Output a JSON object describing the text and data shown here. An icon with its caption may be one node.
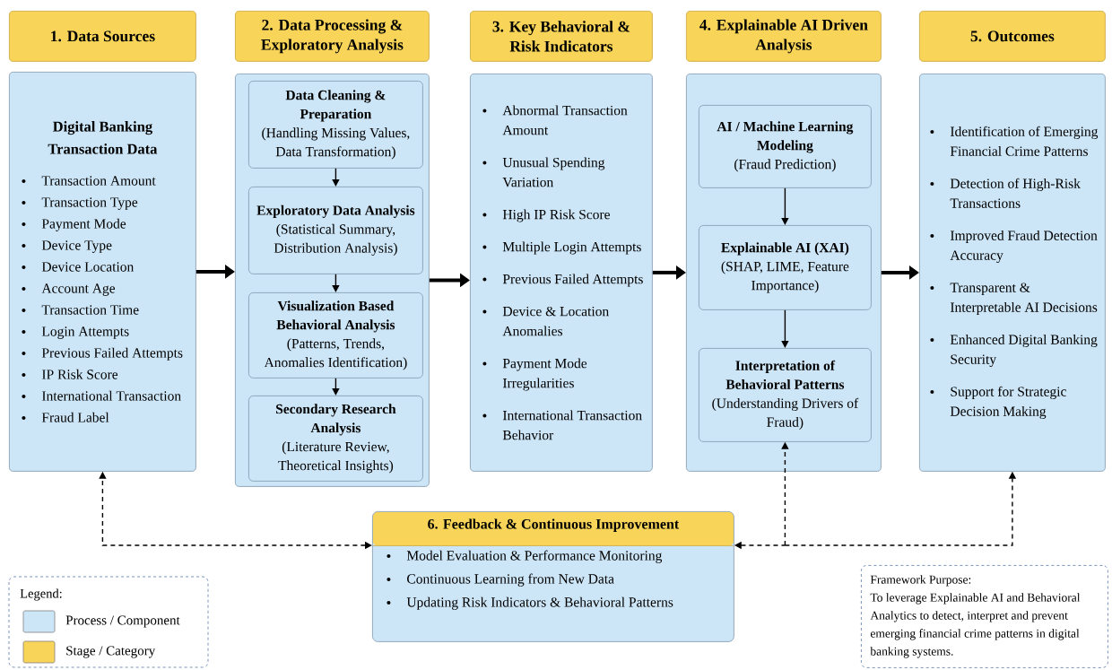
{
  "diagram": {
    "nodes": [
      {
        "text": [
          "1. Data Sources"
        ]
      },
      {
        "text": [
          "Digital Banking Transaction Data",
          "Transaction Amount",
          "Transaction Type",
          "Payment Mode",
          "Device Type",
          "Device Location",
          "Account Age",
          "Transaction Time",
          "Login Attempts",
          "Previous Failed Attempts",
          "IP Risk Score",
          "International Transaction",
          "Fraud Label"
        ]
      },
      {
        "text": [
          "2. Data Processing & Exploratory Analysis"
        ]
      },
      {
        "text": [],
        "shape": "box"
      },
      {
        "text": [
          "Data Cleaning & Preparation",
          "(Handling Missing Values, Data Transformation)"
        ],
        "in": 3
      },
      {
        "text": [
          "Exploratory Data Analysis",
          "(Statistical Summary, Distribution Analysis)"
        ],
        "in": 3
      },
      {
        "text": [
          "Visualization Based Behavioral Analysis",
          "(Patterns, Trends, Anomalies Identification)"
        ],
        "in": 3
      },
      {
        "text": [
          "Secondary Research Analysis",
          "(Literature Review, Theoretical Insights)"
        ],
        "in": 3
      },
      {
        "text": [
          "3. Key Behavioral & Risk Indicators"
        ]
      },
      {
        "text": [
          "Abnormal Transaction Amount",
          "Unusual Spending Variation",
          "High IP Risk Score",
          "Multiple Login Attempts",
          "Previous Failed Attempts",
          "Device & Location Anomalies",
          "Payment Mode Irregularities",
          "International Transaction Behavior"
        ]
      },
      {
        "text": [
          "4. Explainable AI Driven Analysis"
        ]
      },
      {
        "text": [],
        "shape": "box"
      },
      {
        "text": [
          "AI / Machine Learning Modeling",
          "(Fraud Prediction)"
        ],
        "in": 11
      },
      {
        "text": [
          "Explainable AI (XAI)",
          "(SHAP, LIME, Feature Importance)"
        ],
        "in": 11
      },
      {
        "text": [
          "Interpretation of Behavioral Patterns",
          "(Understanding Drivers of Fraud)"
        ],
        "in": 11
      },
      {
        "text": [
          "5. Outcomes"
        ]
      },
      {
        "text": [
          "Identification of Emerging Financial Crime Patterns",
          "Detection of High-Risk Transactions",
          "Improved Fraud Detection Accuracy",
          "Transparent & Interpretable AI Decisions",
          "Enhanced Digital Banking Security",
          "Support for Strategic Decision Making"
        ]
      },
      {
        "text": [
          "6. Feedback & Continuous Improvement",
          "Model Evaluation & Performance Monitoring",
          "Continuous Learning from New Data",
          "Updating Risk Indicators & Behavioral Patterns"
        ]
      },
      {
        "text": [
          "Framework Purpose:",
          "To leverage Explainable AI and Behavioral Analytics to detect, interpret and prevent emerging financial crime patterns in digital banking systems."
        ]
      }
    ],
    "edges": [
      {
        "from": 1,
        "to": 3,
        "arrow": "to",
        "style": "thick"
      },
      {
        "from": 3,
        "to": 9,
        "arrow": "to",
        "style": "thick"
      },
      {
        "from": 9,
        "to": 11,
        "arrow": "to",
        "style": "thick"
      },
      {
        "from": 11,
        "to": 16,
        "arrow": "to",
        "style": "thick"
      },
      {
        "from": 4,
        "to": 5,
        "arrow": "to"
      },
      {
        "from": 5,
        "to": 6,
        "arrow": "to"
      },
      {
        "from": 6,
        "to": 7,
        "arrow": "to"
      },
      {
        "from": 12,
        "to": 13,
        "arrow": "to"
      },
      {
        "from": 13,
        "to": 14,
        "arrow": "to"
      },
      {
        "from": 17,
        "to": 1,
        "arrow": "both",
        "style": "dashed"
      },
      {
        "from": 17,
        "to": 14,
        "arrow": "both",
        "style": "dashed"
      },
      {
        "from": 17,
        "to": 16,
        "arrow": "both",
        "style": "dashed"
      }
    ],
    "labels": [
      "Legend:"
    ],
    "legend": [
      {
        "text": "Process / Component",
        "color": "#cde6f7"
      },
      {
        "text": "Stage / Category",
        "color": "#f8d458"
      }
    ]
  }
}
